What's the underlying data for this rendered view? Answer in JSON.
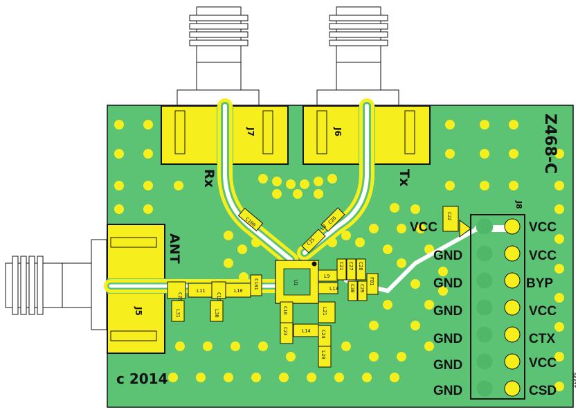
{
  "board": {
    "part_number": "Z468-C",
    "copyright": "c 2014",
    "figure_id": "21996",
    "colors": {
      "board": "#5cc274",
      "pad": "#f7ef1d",
      "trace": "#5cc274",
      "outline": "#111111"
    }
  },
  "connectors": {
    "rx": {
      "ref": "J7",
      "label": "Rx"
    },
    "tx": {
      "ref": "J6",
      "label": "Tx"
    },
    "ant": {
      "ref": "J5",
      "label": "ANT"
    },
    "header": {
      "ref": "J8"
    }
  },
  "header_pins": {
    "left": [
      "VCC",
      "GND",
      "GND",
      "GND",
      "GND",
      "GND",
      "GND"
    ],
    "right": [
      "VCC",
      "VCC",
      "BYP",
      "VCC",
      "CTX",
      "VCC",
      "CSD"
    ]
  },
  "components": {
    "c100": "C100",
    "c25": "C25",
    "c26": "C26",
    "l8": "L8",
    "c20": "C20",
    "l11": "L11",
    "c19": "C19",
    "l10": "L10",
    "c101": "C101",
    "l31": "L31",
    "l30": "L30",
    "l9": "L9",
    "l13": "L13",
    "c21": "C21",
    "c27": "C27",
    "c28": "C28",
    "c30": "C30",
    "c29": "C29",
    "fb1": "FB1",
    "c22": "C22",
    "c16": "C16",
    "c23": "C23",
    "l21": "L21",
    "l14": "L14",
    "c24": "C24",
    "l29": "L29",
    "u1": "U1"
  }
}
